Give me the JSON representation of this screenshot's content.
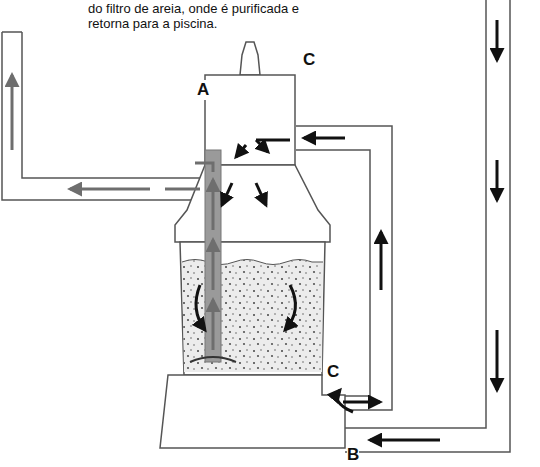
{
  "diagram": {
    "labels": [
      "do filtro de areia, onde é purificada e retorna para a piscina.",
      "A",
      "C",
      "C",
      "B"
    ]
  }
}
